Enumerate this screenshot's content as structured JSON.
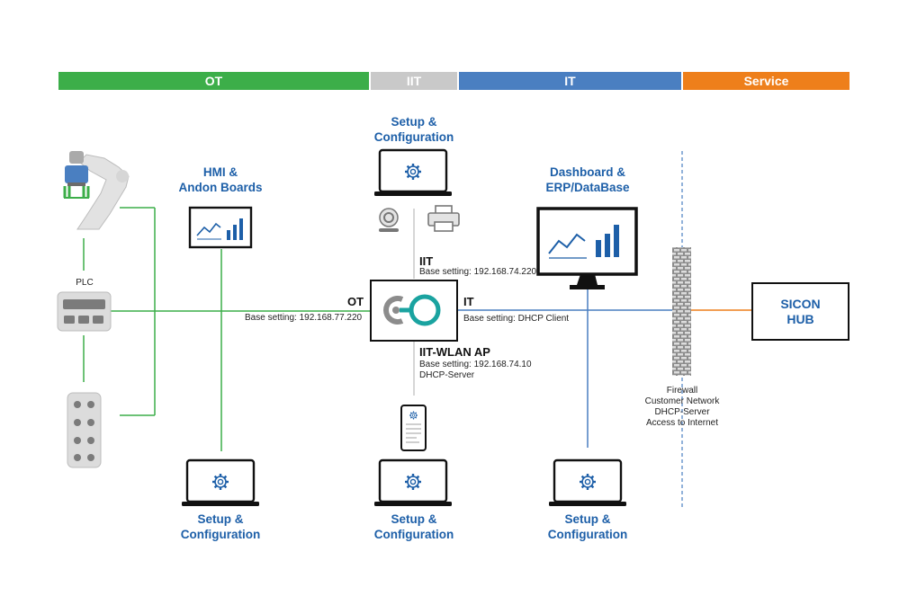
{
  "bands": [
    {
      "label": "OT",
      "color": "#3cae49"
    },
    {
      "label": "IIT",
      "color": "#c9c9c9"
    },
    {
      "label": "IT",
      "color": "#4a7fc1"
    },
    {
      "label": "Service",
      "color": "#ee7f1b"
    }
  ],
  "labels": {
    "hmi": "HMI &\nAndon Boards",
    "setup_top": "Setup &\nConfiguration",
    "dashboard": "Dashboard &\nERP/DataBase",
    "plc": "PLC",
    "ot": "OT",
    "ot_base": "Base setting: 192.168.77.220",
    "iit": "IIT",
    "iit_base": "Base setting: 192.168.74.220",
    "it": "IT",
    "it_base": "Base setting: DHCP Client",
    "wlan": "IIT-WLAN AP",
    "wlan_base": "Base setting: 192.168.74.10",
    "wlan_dhcp": "DHCP-Server",
    "firewall": "Firewall\nCustomer Network\nDHCP-Server\nAccess to Internet",
    "hub": "SICON\nHUB",
    "setup_1": "Setup &\nConfiguration",
    "setup_2": "Setup &\nConfiguration",
    "setup_3": "Setup &\nConfiguration"
  },
  "colors": {
    "ot_line": "#3cae49",
    "iit_line": "#c9c9c9",
    "it_line": "#4a7fc1",
    "service_line": "#ee7f1b",
    "accent": "#1d5fa8",
    "logo": "#1aa3a0"
  },
  "icons": [
    "robot-arm-icon",
    "plc-icon",
    "io-module-icon",
    "monitor-chart-icon",
    "laptop-gear-icon",
    "webcam-icon",
    "printer-icon",
    "phone-gear-icon",
    "firewall-wall-icon",
    "logo-co-icon"
  ]
}
